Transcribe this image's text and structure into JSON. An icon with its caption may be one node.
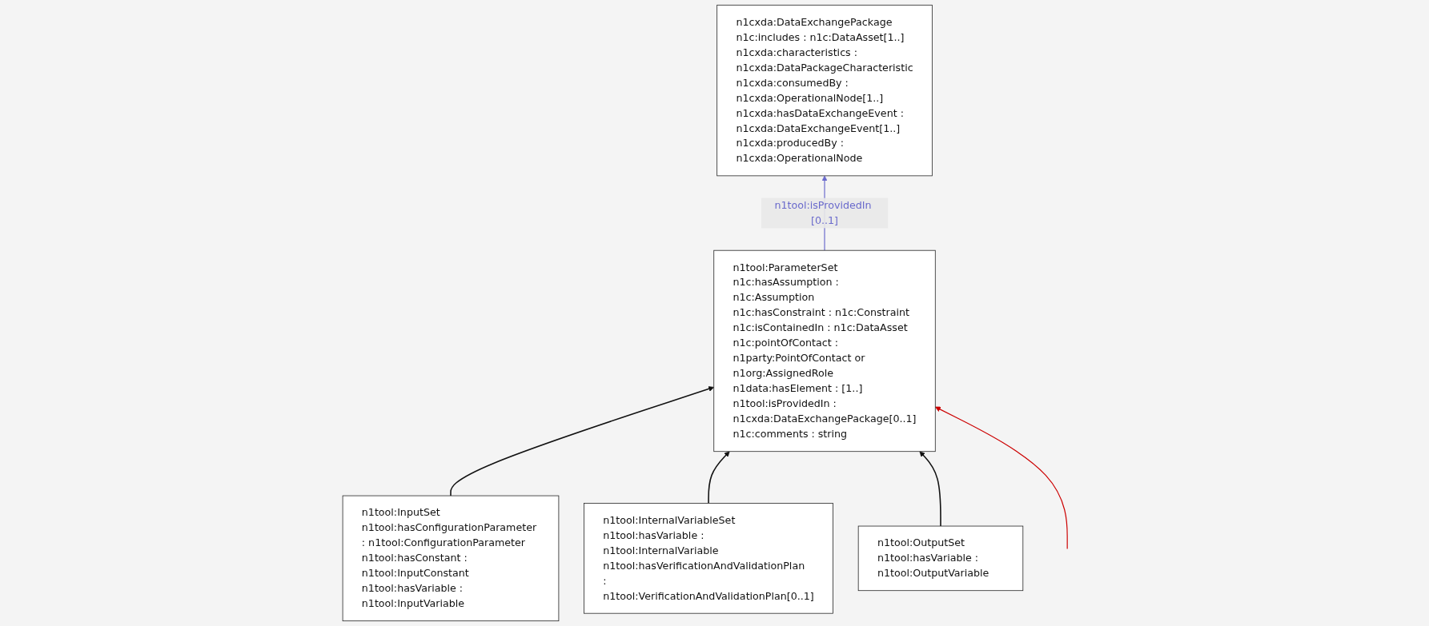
{
  "diagram": {
    "nodes": [
      {
        "text": [
          "n1tool:ParameterSet",
          "n1c:hasAssumption : n1c:Assumption",
          "n1c:hasConstraint : n1c:Constraint",
          "n1c:isContainedIn : n1c:DataAsset",
          "n1c:pointOfContact : n1party:PointOfContact or n1org:AssignedRole",
          "n1data:hasElement : [1..]",
          "n1tool:isProvidedIn : n1cxda:DataExchangePackage[0..1]",
          "n1c:comments : string"
        ]
      },
      {
        "text": [
          "n1cxda:DataExchangePackage",
          "n1c:includes : n1c:DataAsset[1..]",
          "n1cxda:characteristics : n1cxda:DataPackageCharacteristic",
          "n1cxda:consumedBy : n1cxda:OperationalNode[1..]",
          "n1cxda:hasDataExchangeEvent : n1cxda:DataExchangeEvent[1..]",
          "n1cxda:producedBy : n1cxda:OperationalNode"
        ]
      },
      {
        "text": [
          "n1tool:InputSet",
          "n1tool:hasConfigurationParameter : n1tool:ConfigurationParameter",
          "n1tool:hasConstant : n1tool:InputConstant",
          "n1tool:hasVariable : n1tool:InputVariable"
        ]
      },
      {
        "text": [
          "n1tool:OutputSet",
          "n1tool:hasVariable : n1tool:OutputVariable"
        ]
      },
      {
        "text": [
          "n1tool:InternalVariableSet",
          "n1tool:hasVariable : n1tool:InternalVariable",
          "n1tool:hasVerificationAndValidationPlan : n1tool:VerificationAndValidationPlan[0..1]"
        ]
      }
    ],
    "edges": [
      {
        "from": 2,
        "to": 0,
        "arrow": "to"
      },
      {
        "from": 4,
        "to": 0,
        "arrow": "to"
      },
      {
        "from": 3,
        "to": 0,
        "arrow": "to"
      },
      {
        "from": 0,
        "to": 1,
        "arrow": "to",
        "label": "n1tool:isProvidedIn [0..1]",
        "color": "#6a6acc"
      },
      {
        "from": null,
        "to": 0,
        "arrow": "to",
        "color": "#cc0000"
      }
    ]
  }
}
